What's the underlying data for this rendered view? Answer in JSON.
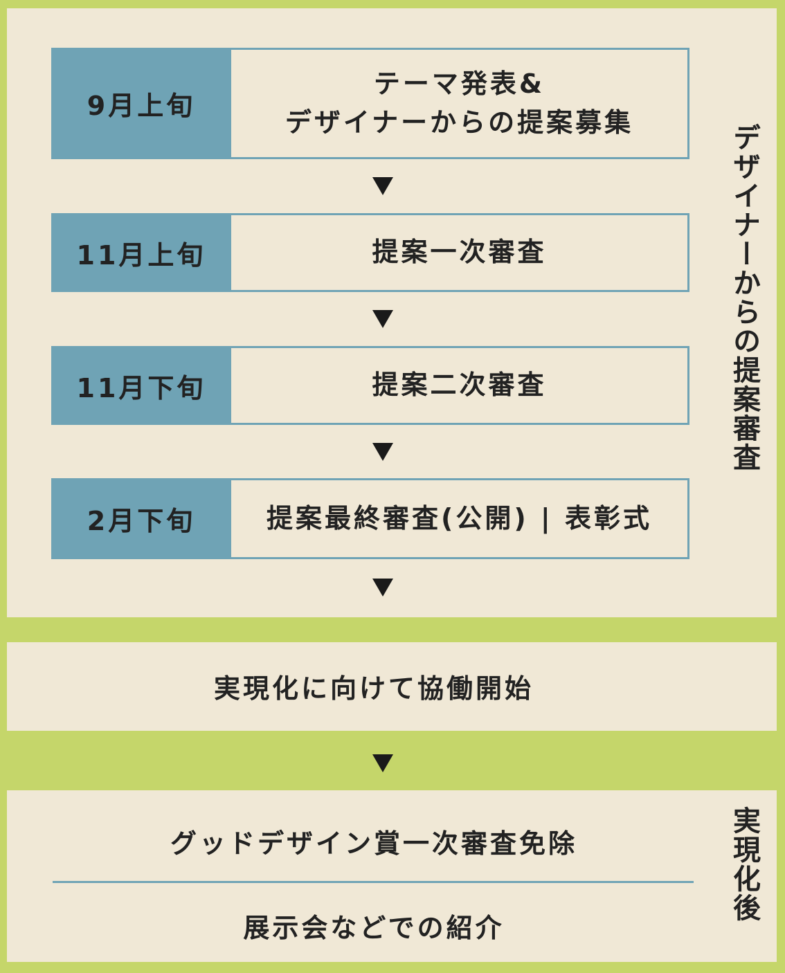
{
  "proposal_phase": {
    "side_label": "デザイナーからの提案審査",
    "steps": [
      {
        "date": "9月上旬",
        "lines": [
          "テーマ発表&",
          "デザイナーからの提案募集"
        ]
      },
      {
        "date": "11月上旬",
        "lines": [
          "提案一次審査"
        ]
      },
      {
        "date": "11月下旬",
        "lines": [
          "提案二次審査"
        ]
      },
      {
        "date": "2月下旬",
        "lines": [
          "提案最終審査(公開) | 表彰式"
        ]
      }
    ]
  },
  "collaboration": {
    "label": "実現化に向けて協働開始"
  },
  "after": {
    "side_label": "実現化後",
    "items": [
      "グッドデザイン賞一次審査免除",
      "展示会などでの紹介"
    ]
  },
  "colors": {
    "background": "#c5d66a",
    "panel": "#f0e8d6",
    "accent": "#6fa3b5"
  }
}
